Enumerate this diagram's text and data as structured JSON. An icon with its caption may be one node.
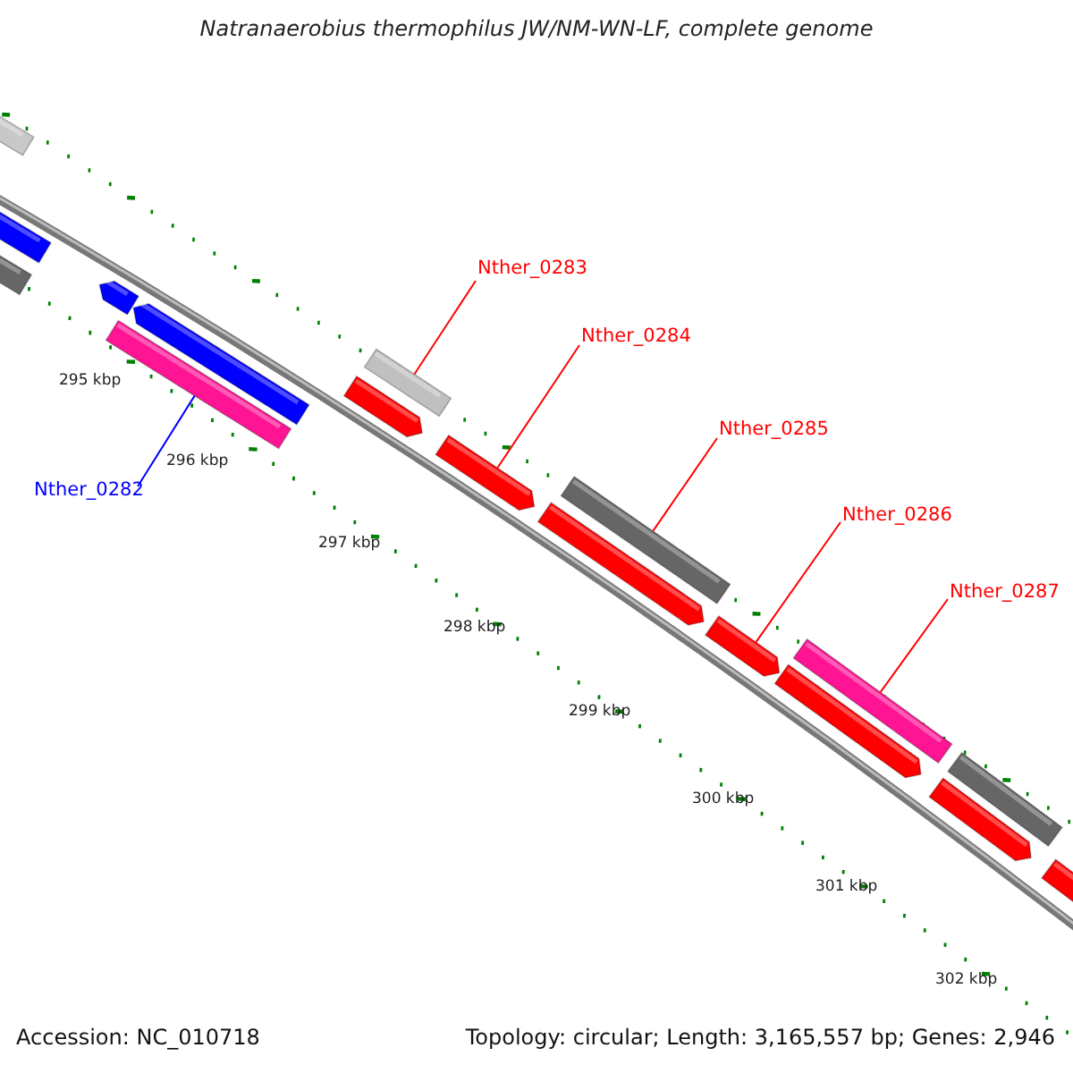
{
  "diagram": {
    "title": "Natranaerobius thermophilus JW/NM-WN-LF, complete genome",
    "nodes": [
      {
        "text": [
          "Nther_0282"
        ]
      },
      {
        "text": [
          "Nther_0283"
        ]
      },
      {
        "text": [
          "Nther_0284"
        ]
      },
      {
        "text": [
          "Nther_0285"
        ]
      },
      {
        "text": [
          "Nther_0286"
        ]
      },
      {
        "text": [
          "Nther_0287"
        ]
      },
      {
        "text": [],
        "shape": "bar"
      },
      {
        "text": [],
        "shape": "bar"
      },
      {
        "text": [],
        "shape": "bar"
      },
      {
        "text": [],
        "shape": "bar"
      },
      {
        "text": [],
        "shape": "bar"
      },
      {
        "text": [],
        "shape": "bar"
      },
      {
        "text": [],
        "shape": "bar"
      },
      {
        "text": [],
        "shape": "bar"
      },
      {
        "text": [],
        "shape": "bar"
      },
      {
        "text": [],
        "shape": "bar"
      },
      {
        "text": [],
        "shape": "bar"
      },
      {
        "text": [],
        "shape": "bar"
      },
      {
        "text": [],
        "shape": "bar"
      },
      {
        "text": [],
        "shape": "bar"
      },
      {
        "text": [],
        "shape": "bar"
      },
      {
        "text": [],
        "shape": "bar"
      },
      {
        "text": [],
        "shape": "bar"
      }
    ],
    "edges": [
      {
        "from": 0,
        "to": 10,
        "arrow": "none",
        "color": "#0000ff"
      },
      {
        "from": 1,
        "to": 13,
        "arrow": "none"
      },
      {
        "from": 2,
        "to": 14,
        "arrow": "none"
      },
      {
        "from": 3,
        "to": 16,
        "arrow": "none"
      },
      {
        "from": 4,
        "to": 17,
        "arrow": "none"
      },
      {
        "from": 5,
        "to": 19,
        "arrow": "none"
      }
    ],
    "labels": [
      "295 kbp",
      "296 kbp",
      "297 kbp",
      "298 kbp",
      "299 kbp",
      "300 kbp",
      "301 kbp",
      "302 kbp",
      "Accession: NC_010718",
      "Topology: circular; Length: 3,165,557 bp; Genes: 2,946"
    ]
  }
}
